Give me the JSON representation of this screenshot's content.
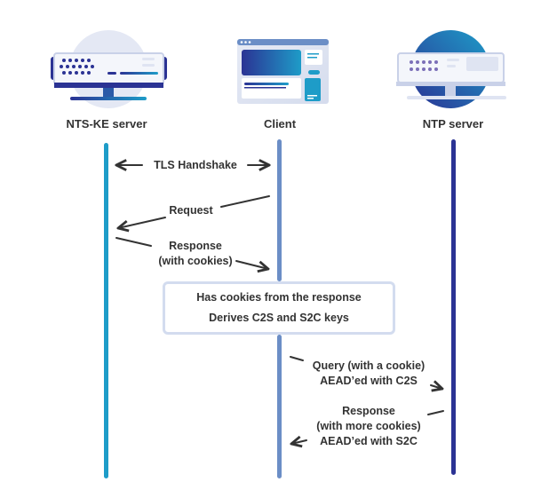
{
  "nodes": [
    {
      "id": "nts_ke",
      "label": "NTS-KE server",
      "icon": "server-icon",
      "lifeline_color": "#1e9cc8"
    },
    {
      "id": "client",
      "label": "Client",
      "icon": "browser-window-icon",
      "lifeline_color": "#6b8ec6"
    },
    {
      "id": "ntp",
      "label": "NTP server",
      "icon": "server-globe-icon",
      "lifeline_color": "#2b3394"
    }
  ],
  "messages": [
    {
      "label": "TLS Handshake",
      "from": "client",
      "to": "nts_ke",
      "direction": "bidirectional"
    },
    {
      "label": "Request",
      "from": "client",
      "to": "nts_ke"
    },
    {
      "label_lines": [
        "Response",
        "(with cookies)"
      ],
      "from": "nts_ke",
      "to": "client"
    },
    {
      "label_lines": [
        "Query (with a cookie)",
        "AEAD’ed with C2S"
      ],
      "from": "client",
      "to": "ntp"
    },
    {
      "label_lines": [
        "Response",
        "(with more cookies)",
        "AEAD’ed with S2C"
      ],
      "from": "ntp",
      "to": "client"
    }
  ],
  "note": {
    "lines": [
      "Has cookies from the response",
      "Derives C2S and S2C keys"
    ],
    "border_color": "#d3dcef"
  },
  "colors": {
    "text": "#333333",
    "arrow": "#333333"
  }
}
